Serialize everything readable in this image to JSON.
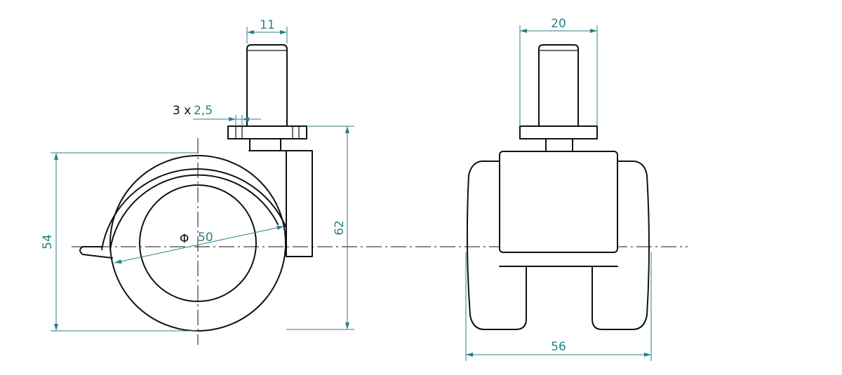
{
  "colors": {
    "outline": "#111111",
    "dimension": "#2b7f86",
    "background": "#ffffff"
  },
  "dimensions": {
    "stem_width": "11",
    "holes_prefix": "3 x",
    "holes_size": "2,5",
    "overall_height": "62",
    "wheel_height": "54",
    "wheel_diameter_symbol": "Φ",
    "wheel_diameter": "50",
    "plate_width": "20",
    "overall_width": "56"
  }
}
